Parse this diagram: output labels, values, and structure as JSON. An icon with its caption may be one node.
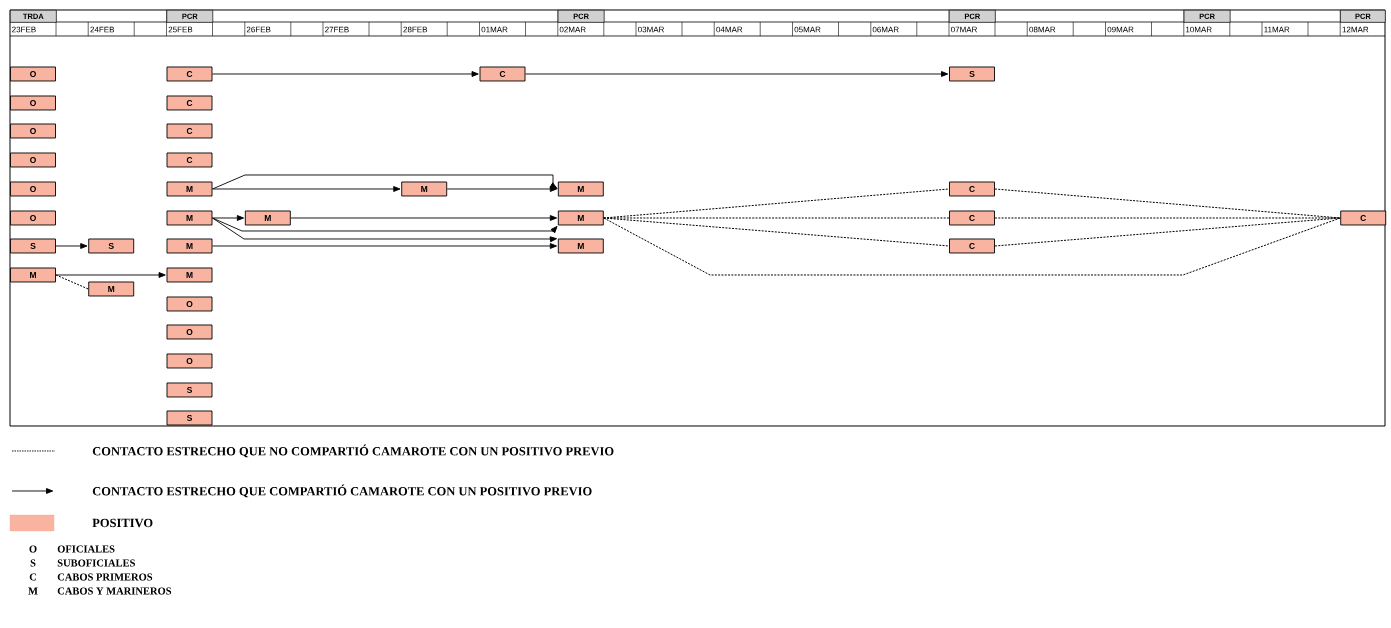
{
  "diagram": {
    "nodes": [
      {
        "text": [
          "O"
        ]
      },
      {
        "text": [
          "O"
        ]
      },
      {
        "text": [
          "O"
        ]
      },
      {
        "text": [
          "O"
        ]
      },
      {
        "text": [
          "O"
        ]
      },
      {
        "text": [
          "O"
        ]
      },
      {
        "text": [
          "S"
        ]
      },
      {
        "text": [
          "M"
        ]
      },
      {
        "text": [
          "S"
        ]
      },
      {
        "text": [
          "M"
        ]
      },
      {
        "text": [
          "C"
        ]
      },
      {
        "text": [
          "C"
        ]
      },
      {
        "text": [
          "C"
        ]
      },
      {
        "text": [
          "C"
        ]
      },
      {
        "text": [
          "M"
        ]
      },
      {
        "text": [
          "M"
        ]
      },
      {
        "text": [
          "M"
        ]
      },
      {
        "text": [
          "M"
        ]
      },
      {
        "text": [
          "O"
        ]
      },
      {
        "text": [
          "O"
        ]
      },
      {
        "text": [
          "O"
        ]
      },
      {
        "text": [
          "S"
        ]
      },
      {
        "text": [
          "S"
        ]
      },
      {
        "text": [
          "M"
        ]
      },
      {
        "text": [
          "M"
        ]
      },
      {
        "text": [
          "C"
        ]
      },
      {
        "text": [
          "M"
        ]
      },
      {
        "text": [
          "M"
        ]
      },
      {
        "text": [
          "M"
        ]
      },
      {
        "text": [
          "S"
        ]
      },
      {
        "text": [
          "C"
        ]
      },
      {
        "text": [
          "C"
        ]
      },
      {
        "text": [
          "C"
        ]
      },
      {
        "text": [
          "C"
        ]
      }
    ],
    "edges": [
      {
        "from": 10,
        "to": 25,
        "arrow": "to"
      },
      {
        "from": 25,
        "to": 29,
        "arrow": "to"
      },
      {
        "from": 14,
        "to": 24,
        "arrow": "to"
      },
      {
        "from": 24,
        "to": 26,
        "arrow": "to"
      },
      {
        "from": 14,
        "to": 26,
        "arrow": "to"
      },
      {
        "from": 15,
        "to": 23,
        "arrow": "to"
      },
      {
        "from": 23,
        "to": 27,
        "arrow": "to"
      },
      {
        "from": 15,
        "to": 27,
        "arrow": "to"
      },
      {
        "from": 15,
        "to": 28,
        "arrow": "to"
      },
      {
        "from": 16,
        "to": 28,
        "arrow": "to"
      },
      {
        "from": 6,
        "to": 8,
        "arrow": "to"
      },
      {
        "from": 7,
        "to": 17,
        "arrow": "to"
      },
      {
        "from": 7,
        "to": 9,
        "arrow": "none",
        "style": "dashed"
      },
      {
        "from": 27,
        "to": 30,
        "arrow": "none",
        "style": "dashed"
      },
      {
        "from": 27,
        "to": 31,
        "arrow": "none",
        "style": "dashed"
      },
      {
        "from": 27,
        "to": 32,
        "arrow": "none",
        "style": "dashed"
      },
      {
        "from": 27,
        "to": 33,
        "arrow": "none",
        "style": "dashed"
      },
      {
        "from": 30,
        "to": 33,
        "arrow": "none",
        "style": "dashed"
      },
      {
        "from": 31,
        "to": 33,
        "arrow": "none",
        "style": "dashed"
      },
      {
        "from": 32,
        "to": 33,
        "arrow": "none",
        "style": "dashed"
      }
    ],
    "labels": [
      "TRDA",
      "PCR",
      "PCR",
      "PCR",
      "PCR",
      "PCR",
      "23FEB",
      "24FEB",
      "25FEB",
      "26FEB",
      "27FEB",
      "28FEB",
      "01MAR",
      "02MAR",
      "03MAR",
      "04MAR",
      "05MAR",
      "06MAR",
      "07MAR",
      "08MAR",
      "09MAR",
      "10MAR",
      "11MAR",
      "12MAR",
      "O",
      "OFICIALES",
      "S",
      "SUBOFICIALES",
      "C",
      "CABOS PRIMEROS",
      "M",
      "CABOS Y MARINEROS"
    ],
    "legend": [
      {
        "text": "CONTACTO ESTRECHO QUE NO COMPARTIÓ CAMAROTE CON UN POSITIVO PREVIO"
      },
      {
        "text": "CONTACTO ESTRECHO QUE COMPARTIÓ CAMAROTE CON UN POSITIVO PREVIO"
      },
      {
        "text": "POSITIVO",
        "color": "#f8b4a0"
      }
    ]
  }
}
